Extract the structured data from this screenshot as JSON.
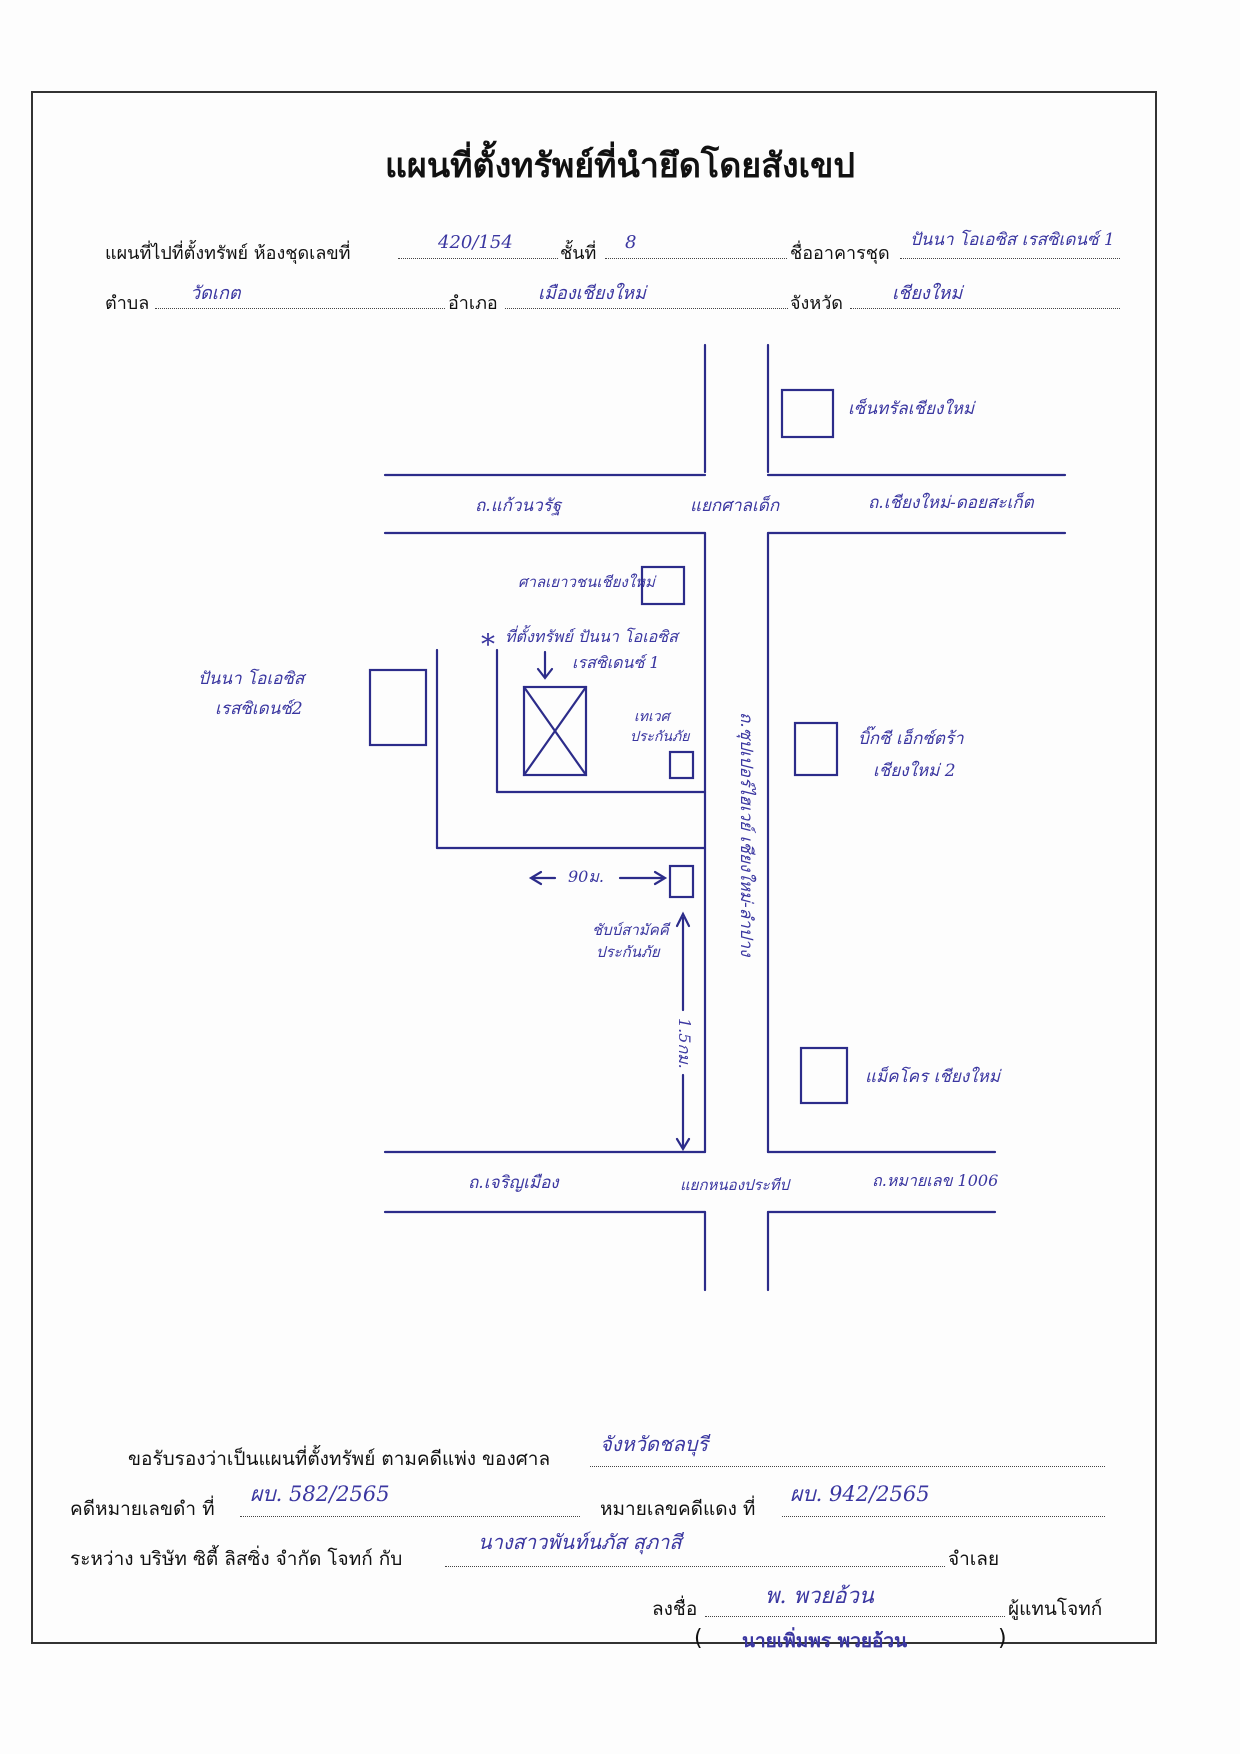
{
  "title": "แผนที่ตั้งทรัพย์ที่นำยึดโดยสังเขป",
  "header": {
    "map_label": "แผนที่ไปที่ตั้งทรัพย์ ห้องชุดเลขที่",
    "unit_no": "420/154",
    "floor_label": "ชั้นที่",
    "floor": "8",
    "building_label": "ชื่ออาคารชุด",
    "building": "ปันนา โอเอซิส เรสซิเดนซ์ 1",
    "subdistrict_label": "ตำบล",
    "subdistrict": "วัดเกต",
    "district_label": "อำเภอ",
    "district": "เมืองเชียงใหม่",
    "province_label": "จังหวัด",
    "province": "เชียงใหม่"
  },
  "map": {
    "central_festival": "เซ็นทรัลเชียงใหม่",
    "road_top_left": "ถ.แก้วนวรัฐ",
    "junction_top": "แยกศาลเด็ก",
    "road_top_right": "ถ.เชียงใหม่-ดอยสะเก็ต",
    "juvenile_court": "ศาลเยาวชนเชียงใหม่",
    "property_star": "*",
    "property_label_1": "ที่ตั้งทรัพย์ ปันนา โอเอซิส",
    "property_label_2": "เรสซิเดนซ์ 1",
    "thanachart_1": "เทเวศ",
    "thanachart_2": "ประกันภัย",
    "oasis2_1": "ปันนา โอเอซิส",
    "oasis2_2": "เรสซิเดนซ์2",
    "bigc_1": "บิ๊กซี เอ็กซ์ตร้า",
    "bigc_2": "เชียงใหม่ 2",
    "distance_90": "90ม.",
    "chubb_1": "ชับบ์สามัคคี",
    "chubb_2": "ประกันภัย",
    "distance_15": "1.5กม.",
    "main_road": "ถ.ซุปเปอร์ไฮเวย์ เชียงใหม่-ลำปาง",
    "makro": "แม็คโคร เชียงใหม่",
    "road_bottom_left": "ถ.เจริญเมือง",
    "junction_bottom": "แยกหนองประทีป",
    "road_bottom_right": "ถ.หมายเลข 1006"
  },
  "footer": {
    "certify_label": "ขอรับรองว่าเป็นแผนที่ตั้งทรัพย์ ตามคดีแพ่ง ของศาล",
    "court": "จังหวัดชลบุรี",
    "black_case_label": "คดีหมายเลขดำ ที่",
    "black_case": "ผบ. 582/2565",
    "red_case_label": "หมายเลขคดีแดง ที่",
    "red_case": "ผบ. 942/2565",
    "parties_label": "ระหว่าง บริษัท ซิตี้ ลิสซิ่ง จำกัด โจทก์ กับ",
    "defendant": "นางสาวพันท์นภัส สุภาสี",
    "defendant_suffix": "จำเลย",
    "sign_label": "ลงชื่อ",
    "signature": "พ. พวยอ้วน",
    "sign_suffix": "ผู้แทนโจทก์",
    "open_paren": "(",
    "signer_name": "นายเพิ่มพร พวยอ้วน",
    "close_paren": ")"
  },
  "colors": {
    "ink": "#3a36a0",
    "print": "#111111"
  }
}
